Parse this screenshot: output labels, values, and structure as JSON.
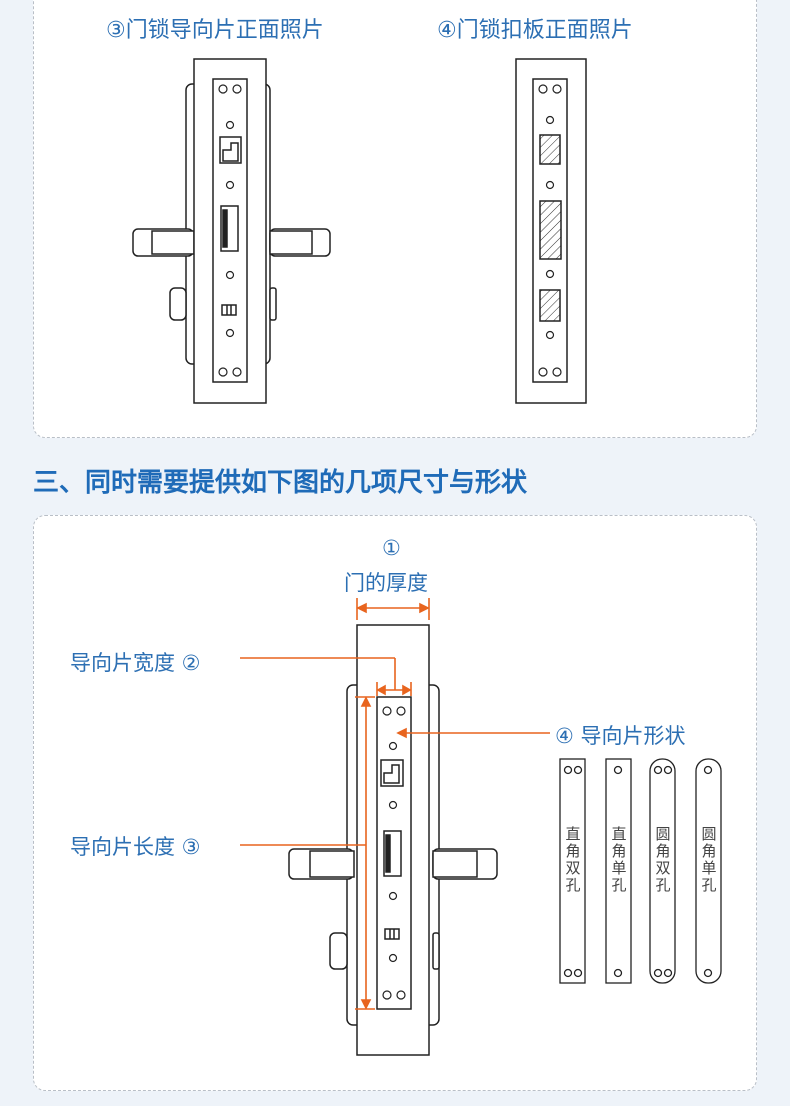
{
  "top_section": {
    "photo3_caption": "③门锁导向片正面照片",
    "photo4_caption": "④门锁扣板正面照片"
  },
  "section_heading": "三、同时需要提供如下图的几项尺寸与形状",
  "diagram": {
    "door_thickness_number": "①",
    "door_thickness_label": "门的厚度",
    "guide_width_label": "导向片宽度 ②",
    "guide_length_label": "导向片长度 ③",
    "guide_shape_label": "④ 导向片形状",
    "shapes": [
      {
        "label": "直角双孔"
      },
      {
        "label": "直角单孔"
      },
      {
        "label": "圆角双孔"
      },
      {
        "label": "圆角单孔"
      }
    ]
  },
  "colors": {
    "accent_blue": "#2c6fb3",
    "heading_blue": "#1f6bb8",
    "dimension_orange": "#e8641e"
  }
}
